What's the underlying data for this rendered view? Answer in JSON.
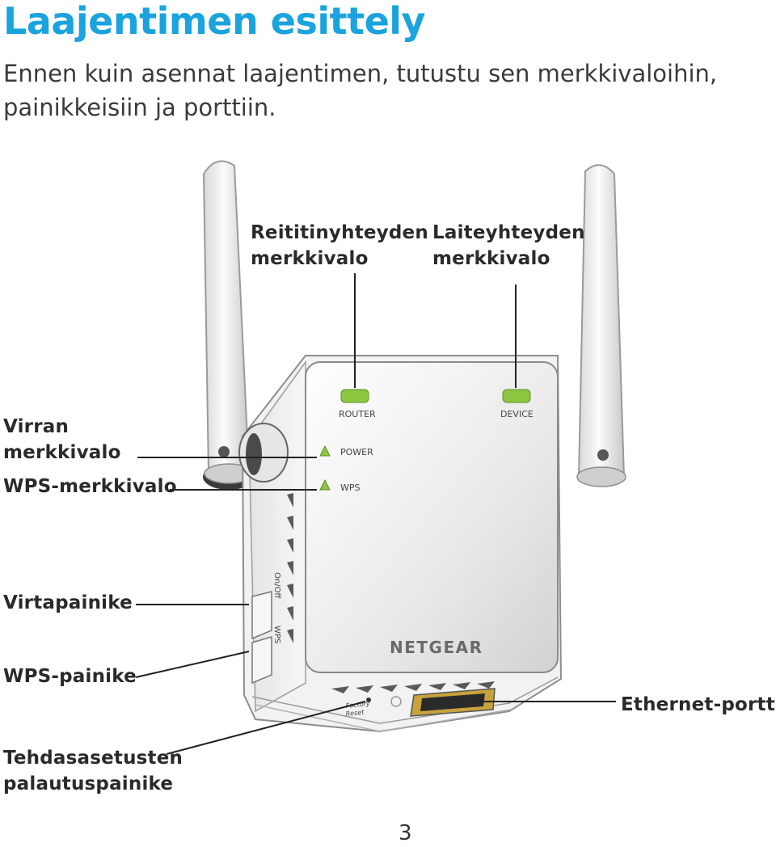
{
  "page": {
    "title": "Laajentimen esittely",
    "intro": "Ennen kuin asennat laajentimen, tutustu sen merkkivaloihin, painikkeisiin ja porttiin.",
    "page_number": "3"
  },
  "callouts": {
    "router_led": [
      "Reititinyhteyden",
      "merkkivalo"
    ],
    "device_led": [
      "Laiteyhteyden",
      "merkkivalo"
    ],
    "power_led": [
      "Virran",
      "merkkivalo"
    ],
    "wps_led": "WPS-merkkivalo",
    "power_button": "Virtapainike",
    "wps_button": "WPS-painike",
    "ethernet_port": "Ethernet-portti",
    "factory_reset": [
      "Tehdasasetusten",
      "palautuspainike"
    ]
  },
  "device": {
    "brand": "NETGEAR",
    "led_router": "ROUTER",
    "led_device": "DEVICE",
    "led_power": "POWER",
    "led_wps": "WPS",
    "side_onoff": "On/Off",
    "side_wps": "WPS",
    "bottom_reset": [
      "Factory",
      "Reset"
    ],
    "colors": {
      "led_green": "#8dc63f",
      "title_blue": "#1aa3dd"
    }
  }
}
